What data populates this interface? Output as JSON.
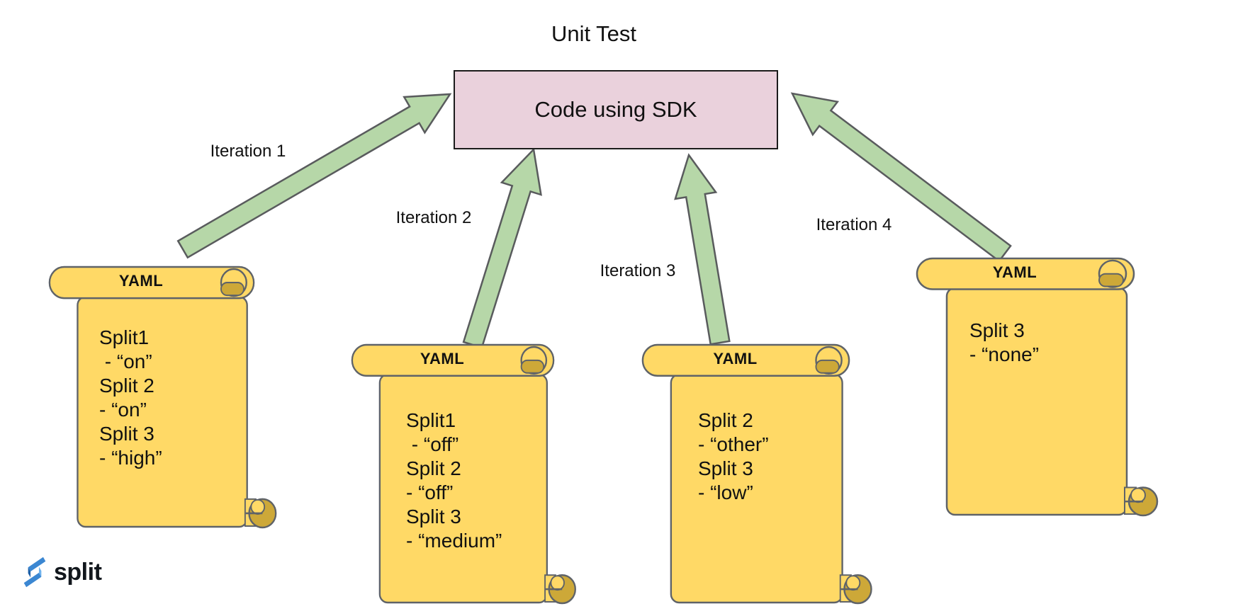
{
  "title": "Unit Test",
  "sdk_box": {
    "label": "Code using SDK"
  },
  "iterations": [
    {
      "label": "Iteration 1"
    },
    {
      "label": "Iteration 2"
    },
    {
      "label": "Iteration 3"
    },
    {
      "label": "Iteration 4"
    }
  ],
  "scrolls": [
    {
      "header": "YAML",
      "lines": [
        "Split1",
        " - “on”",
        "Split 2",
        "- “on”",
        "Split 3",
        "- “high”"
      ]
    },
    {
      "header": "YAML",
      "lines": [
        "Split1",
        " - “off”",
        "Split 2",
        "- “off”",
        "Split 3",
        "- “medium”"
      ]
    },
    {
      "header": "YAML",
      "lines": [
        "Split 2",
        "- “other”",
        "Split 3",
        "- “low”"
      ]
    },
    {
      "header": "YAML",
      "lines": [
        "Split 3",
        "- “none”"
      ]
    }
  ],
  "logo": {
    "wordmark": "split"
  },
  "colors": {
    "box_fill": "#ead1dc",
    "box_stroke": "#1b1b1b",
    "arrow_fill": "#b6d7a8",
    "arrow_stroke": "#595b5d",
    "scroll_fill": "#ffd966",
    "scroll_curl": "#cda838",
    "scroll_stroke": "#5f6368",
    "logo_blue": "#3b87d2"
  }
}
